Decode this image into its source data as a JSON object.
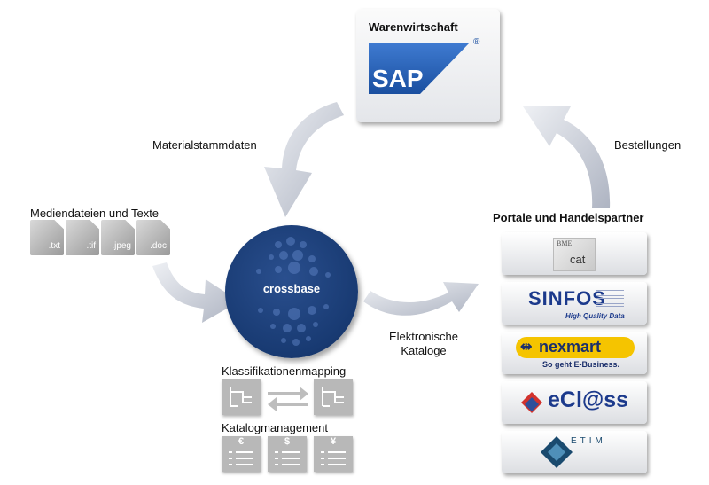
{
  "sap": {
    "title": "Warenwirtschaft",
    "logo_text": "SAP",
    "registered": "®"
  },
  "flow_labels": {
    "materialstamm": "Materialstammdaten",
    "bestellungen": "Bestellungen",
    "elektronische_line1": "Elektronische",
    "elektronische_line2": "Kataloge"
  },
  "media": {
    "title": "Mediendateien und Texte",
    "files": [
      ".txt",
      ".tif",
      ".jpeg",
      ".doc"
    ]
  },
  "center": {
    "label": "crossbase"
  },
  "partners": {
    "title": "Portale und Handelspartner",
    "bmecat_top": "BME",
    "bmecat_bottom": "cat",
    "sinfos_name": "SINFOS",
    "sinfos_tagline": "High Quality Data",
    "nexmart_name": "nexmart",
    "nexmart_tagline": "So geht E-Business.",
    "eclass_name": "eCl@ss",
    "etim_name": "ETIM"
  },
  "klassifikation": {
    "title": "Klassifikationenmapping"
  },
  "katalog": {
    "title": "Katalogmanagement",
    "currencies": [
      "€",
      "$",
      "¥"
    ]
  },
  "colors": {
    "arrow_gray": "#c8ccd6",
    "crossbase_blue": "#1c3f7a",
    "sinfos_blue": "#1c3a8c",
    "nexmart_yellow": "#f5c400"
  }
}
